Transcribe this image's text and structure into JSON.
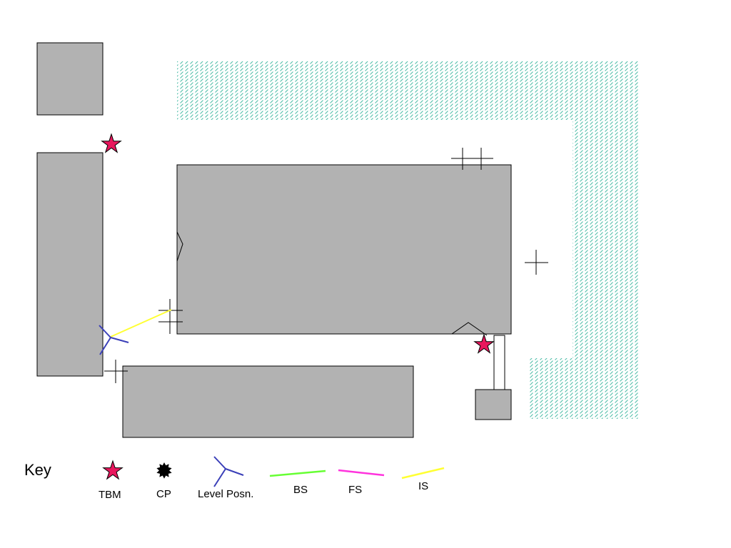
{
  "colors": {
    "building_fill": "#b2b2b2",
    "building_stroke": "#000000",
    "hatch": "#3fb8a0",
    "star": "#e8175d",
    "cp": "#000000",
    "level": "#3a3fb8",
    "bs": "#66ff33",
    "fs": "#ff33dd",
    "is": "#ffff33"
  },
  "key": {
    "title": "Key",
    "items": [
      {
        "id": "tbm",
        "label": "TBM",
        "icon": "star-icon"
      },
      {
        "id": "cp",
        "label": "CP",
        "icon": "cp-burst-icon"
      },
      {
        "id": "level",
        "label": "Level Posn.",
        "icon": "level-tripod-icon"
      },
      {
        "id": "bs",
        "label": "BS",
        "icon": "green-line-icon"
      },
      {
        "id": "fs",
        "label": "FS",
        "icon": "magenta-line-icon"
      },
      {
        "id": "is",
        "label": "IS",
        "icon": "yellow-line-icon"
      }
    ]
  }
}
